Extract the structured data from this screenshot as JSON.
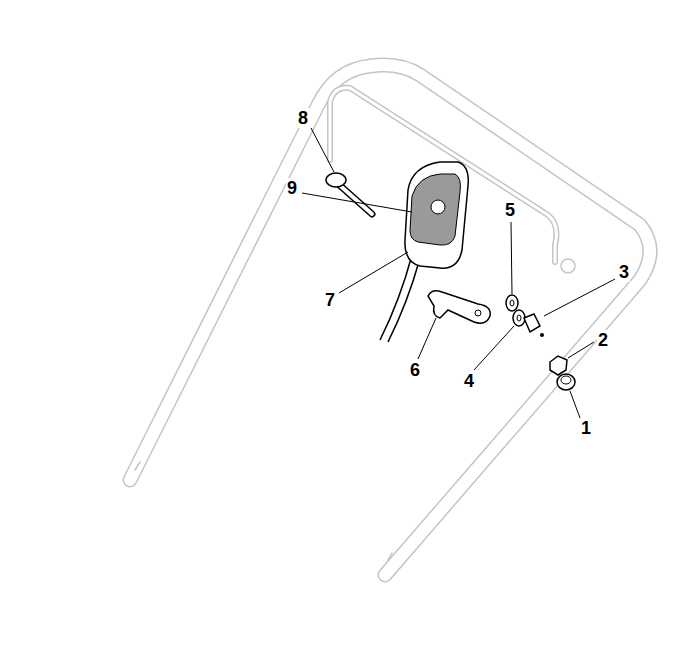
{
  "diagram": {
    "labels": [
      "8",
      "9",
      "5",
      "3",
      "7",
      "2",
      "6",
      "4",
      "1"
    ]
  }
}
